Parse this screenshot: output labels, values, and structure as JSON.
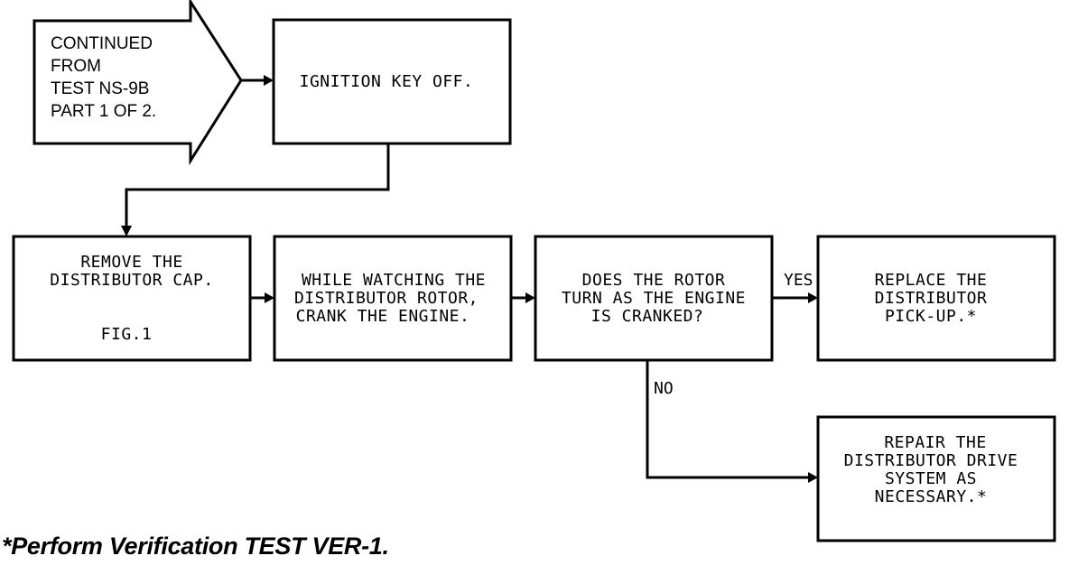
{
  "start": {
    "lines": [
      "CONTINUED",
      "FROM",
      "TEST NS-9B",
      "PART 1 OF 2."
    ]
  },
  "step_ignition": {
    "lines": [
      "IGNITION KEY OFF."
    ]
  },
  "step_remove_cap": {
    "lines": [
      "REMOVE THE",
      "DISTRIBUTOR CAP."
    ],
    "figure_ref": "FIG.1"
  },
  "step_watch_rotor": {
    "lines": [
      "WHILE WATCHING THE",
      "DISTRIBUTOR ROTOR,",
      "CRANK THE ENGINE."
    ]
  },
  "decision_rotor": {
    "lines": [
      "DOES THE ROTOR",
      "TURN AS THE ENGINE",
      "IS CRANKED?"
    ],
    "yes_label": "YES",
    "no_label": "NO"
  },
  "result_replace": {
    "lines": [
      "REPLACE THE",
      "DISTRIBUTOR",
      "PICK-UP.*"
    ]
  },
  "result_repair": {
    "lines": [
      "REPAIR THE",
      "DISTRIBUTOR DRIVE",
      "SYSTEM AS",
      "NECESSARY.*"
    ]
  },
  "footnote": "*Perform Verification TEST VER-1."
}
